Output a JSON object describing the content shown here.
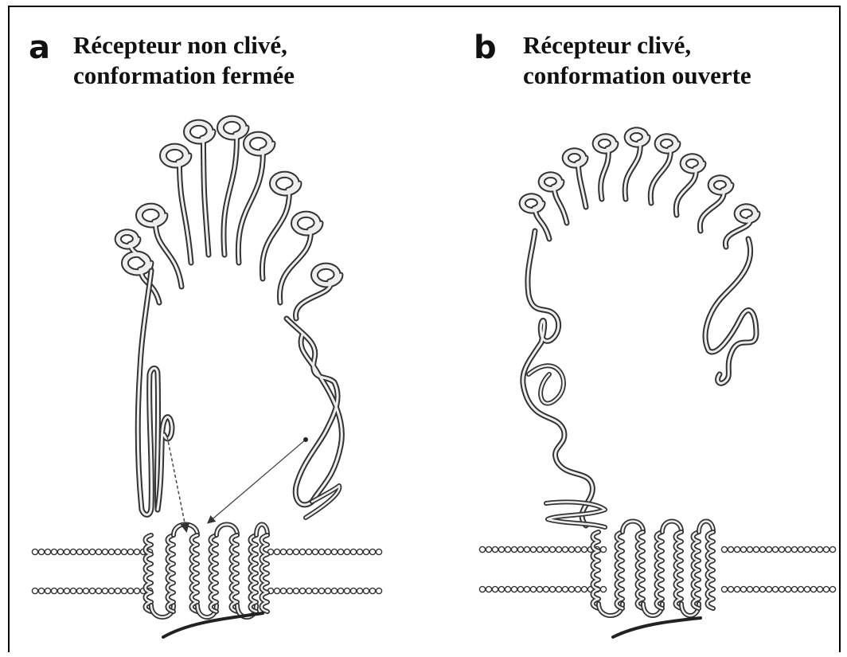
{
  "panels": [
    {
      "letter": "a",
      "title_line1": "Récepteur non clivé,",
      "title_line2": "conformation fermée"
    },
    {
      "letter": "b",
      "title_line1": "Récepteur clivé,",
      "title_line2": "conformation ouverte"
    }
  ],
  "colors": {
    "background": "#ffffff",
    "frame": "#000000",
    "ribbon_outline": "#333333",
    "ribbon_fill": "#f2f2f2"
  }
}
